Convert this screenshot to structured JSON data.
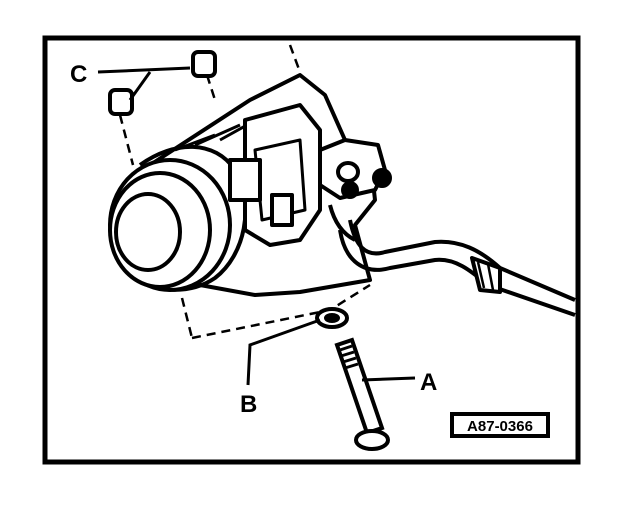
{
  "figure": {
    "labels": {
      "a": "A",
      "b": "B",
      "c": "C"
    },
    "ref_code": "A87-0366"
  },
  "colors": {
    "ink": "#000000",
    "paper": "#ffffff"
  }
}
